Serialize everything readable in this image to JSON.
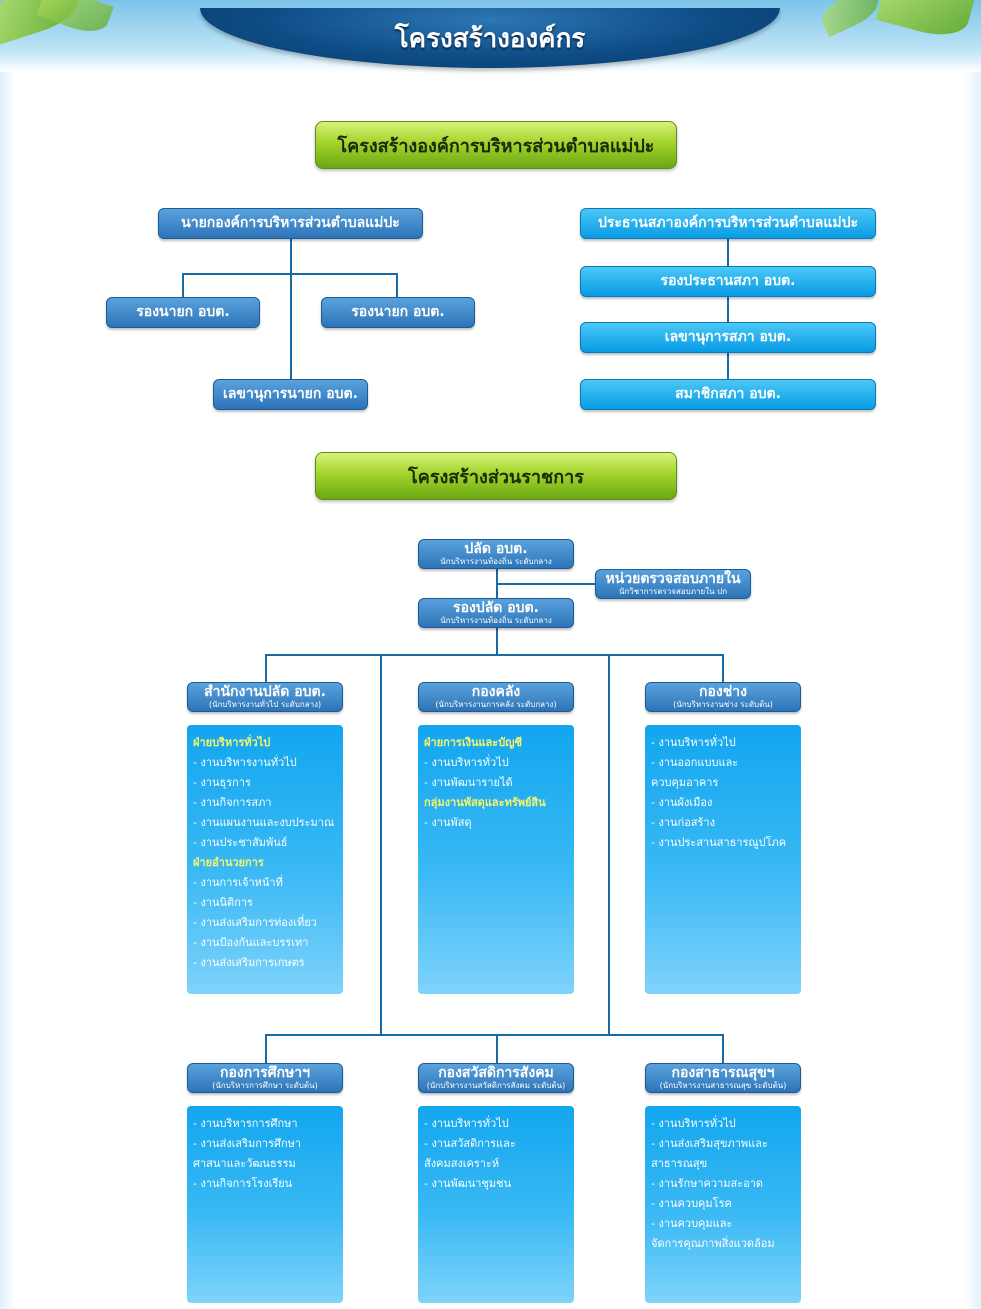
{
  "header": {
    "title": "โครงสร้างองค์กร"
  },
  "section1": {
    "title": "โครงสร้างองค์การบริหารส่วนตำบลแม่ปะ",
    "executive": {
      "head": "นายกองค์การบริหารส่วนตำบลแม่ปะ",
      "deputy_left": "รองนายก อบต.",
      "deputy_right": "รองนายก อบต.",
      "secretary": "เลขานุการนายก อบต."
    },
    "council": {
      "head": "ประธานสภาองค์การบริหารส่วนตำบลแม่ปะ",
      "vice": "รองประธานสภา อบต.",
      "secretary": "เลขานุการสภา อบต.",
      "member": "สมาชิกสภา อบต."
    }
  },
  "section2": {
    "title": "โครงสร้างส่วนราชการ",
    "chief": {
      "title": "ปลัด อบต.",
      "sub": "นักบริหารงานท้องถิ่น ระดับกลาง"
    },
    "audit": {
      "title": "หน่วยตรวจสอบภายใน",
      "sub": "นักวิชาการตรวจสอบภายใน ปก"
    },
    "deputy": {
      "title": "รองปลัด อบต.",
      "sub": "นักบริหารงานท้องถิ่น ระดับกลาง"
    },
    "departments": [
      {
        "title": "สำนักงานปลัด อบต.",
        "sub": "(นักบริหารงานทั่วไป ระดับกลาง)",
        "items": [
          {
            "text": "ฝ่ายบริหารทั่วไป",
            "heading": true
          },
          {
            "text": "- งานบริหารงานทั่วไป"
          },
          {
            "text": "- งานธุรการ"
          },
          {
            "text": "- งานกิจการสภา"
          },
          {
            "text": "- งานแผนงานและงบประมาณ"
          },
          {
            "text": "- งานประชาสัมพันธ์"
          },
          {
            "text": "ฝ่ายอำนวยการ",
            "heading": true
          },
          {
            "text": "- งานการเจ้าหน้าที่"
          },
          {
            "text": "- งานนิติการ"
          },
          {
            "text": "- งานส่งเสริมการท่องเที่ยว"
          },
          {
            "text": "- งานป้องกันและบรรเทา"
          },
          {
            "text": "- งานส่งเสริมการเกษตร"
          }
        ]
      },
      {
        "title": "กองคลัง",
        "sub": "(นักบริหารงานการคลัง ระดับกลาง)",
        "items": [
          {
            "text": "ฝ่ายการเงินและบัญชี",
            "heading": true
          },
          {
            "text": "- งานบริหารทั่วไป"
          },
          {
            "text": "- งานพัฒนารายได้"
          },
          {
            "text": "กลุ่มงานพัสดุและทรัพย์สิน",
            "heading": true
          },
          {
            "text": "- งานพัสดุ"
          }
        ]
      },
      {
        "title": "กองช่าง",
        "sub": "(นักบริหารงานช่าง ระดับต้น)",
        "items": [
          {
            "text": "- งานบริหารทั่วไป"
          },
          {
            "text": "- งานออกแบบและ"
          },
          {
            "text": "  ควบคุมอาคาร"
          },
          {
            "text": "- งานผังเมือง"
          },
          {
            "text": "- งานก่อสร้าง"
          },
          {
            "text": "- งานประสานสาธารณูปโภค"
          }
        ]
      },
      {
        "title": "กองการศึกษาฯ",
        "sub": "(นักบริหารการศึกษา ระดับต้น)",
        "items": [
          {
            "text": "- งานบริหารการศึกษา"
          },
          {
            "text": "- งานส่งเสริมการศึกษา"
          },
          {
            "text": "  ศาสนาและวัฒนธรรม"
          },
          {
            "text": "- งานกิจการโรงเรียน"
          }
        ]
      },
      {
        "title": "กองสวัสดิการสังคม",
        "sub": "(นักบริหารงานสวัสดิการสังคม ระดับต้น)",
        "items": [
          {
            "text": "- งานบริหารทั่วไป"
          },
          {
            "text": "- งานสวัสดิการและ"
          },
          {
            "text": "  สังคมสงเคราะห์"
          },
          {
            "text": "- งานพัฒนาชุมชน"
          }
        ]
      },
      {
        "title": "กองสาธารณสุขฯ",
        "sub": "(นักบริหารงานสาธารณสุข ระดับต้น)",
        "items": [
          {
            "text": "- งานบริหารทั่วไป"
          },
          {
            "text": "- งานส่งเสริมสุขภาพและ"
          },
          {
            "text": "  สาธารณสุข"
          },
          {
            "text": "- งานรักษาความสะอาด"
          },
          {
            "text": "- งานควบคุมโรค"
          },
          {
            "text": "- งานควบคุมและ"
          },
          {
            "text": "  จัดการคุณภาพสิ่งแวดล้อม"
          }
        ]
      }
    ]
  }
}
